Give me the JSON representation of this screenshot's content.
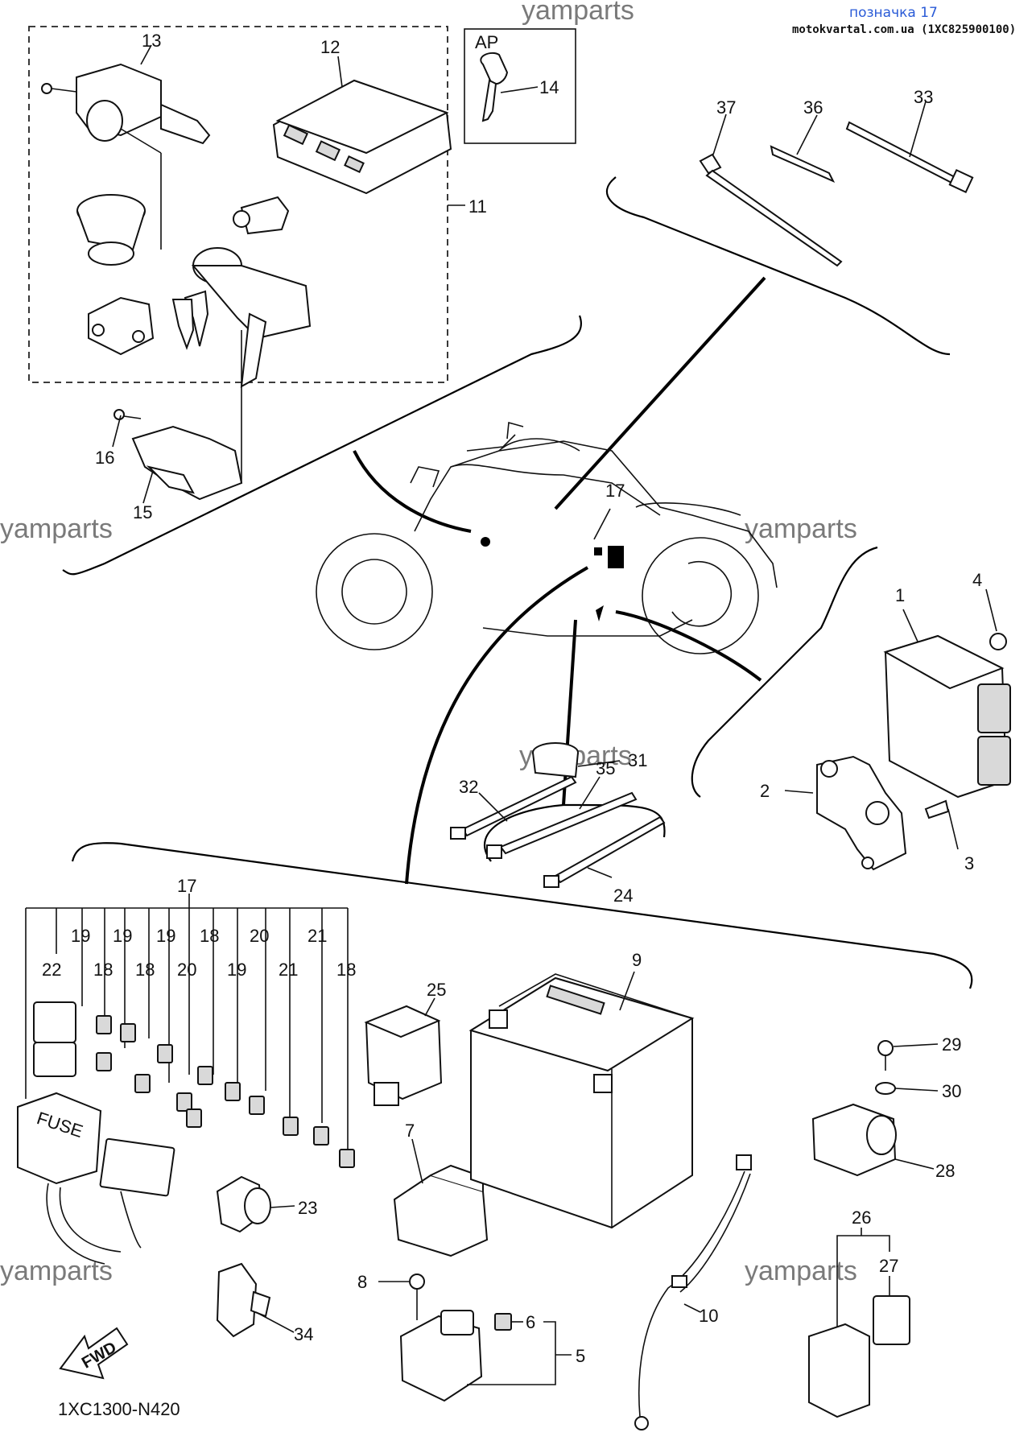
{
  "header": {
    "tag": "позначка 17",
    "site": "motokvartal.com.ua (1XC825900100)"
  },
  "watermark": "yamparts",
  "diagram_code": "1XC1300-N420",
  "fwd_label": "FWD",
  "fuse_label": "FUSE",
  "ap_label": "AP",
  "callouts": {
    "c1": "1",
    "c2": "2",
    "c3": "3",
    "c4": "4",
    "c5": "5",
    "c6": "6",
    "c7": "7",
    "c8": "8",
    "c9": "9",
    "c10": "10",
    "c11": "11",
    "c12": "12",
    "c13": "13",
    "c14": "14",
    "c15": "15",
    "c16": "16",
    "c17a": "17",
    "c17b": "17",
    "c18a": "18",
    "c18b": "18",
    "c18c": "18",
    "c18d": "18",
    "c19a": "19",
    "c19b": "19",
    "c19c": "19",
    "c19d": "19",
    "c20a": "20",
    "c20b": "20",
    "c21a": "21",
    "c21b": "21",
    "c22": "22",
    "c23": "23",
    "c24": "24",
    "c25": "25",
    "c26": "26",
    "c27": "27",
    "c28": "28",
    "c29": "29",
    "c30": "30",
    "c31": "31",
    "c32": "32",
    "c33": "33",
    "c34": "34",
    "c35": "35",
    "c36": "36",
    "c37": "37"
  },
  "colors": {
    "ink": "#111111",
    "watermark": "#7a7a7a",
    "tag": "#2a5bd7"
  }
}
